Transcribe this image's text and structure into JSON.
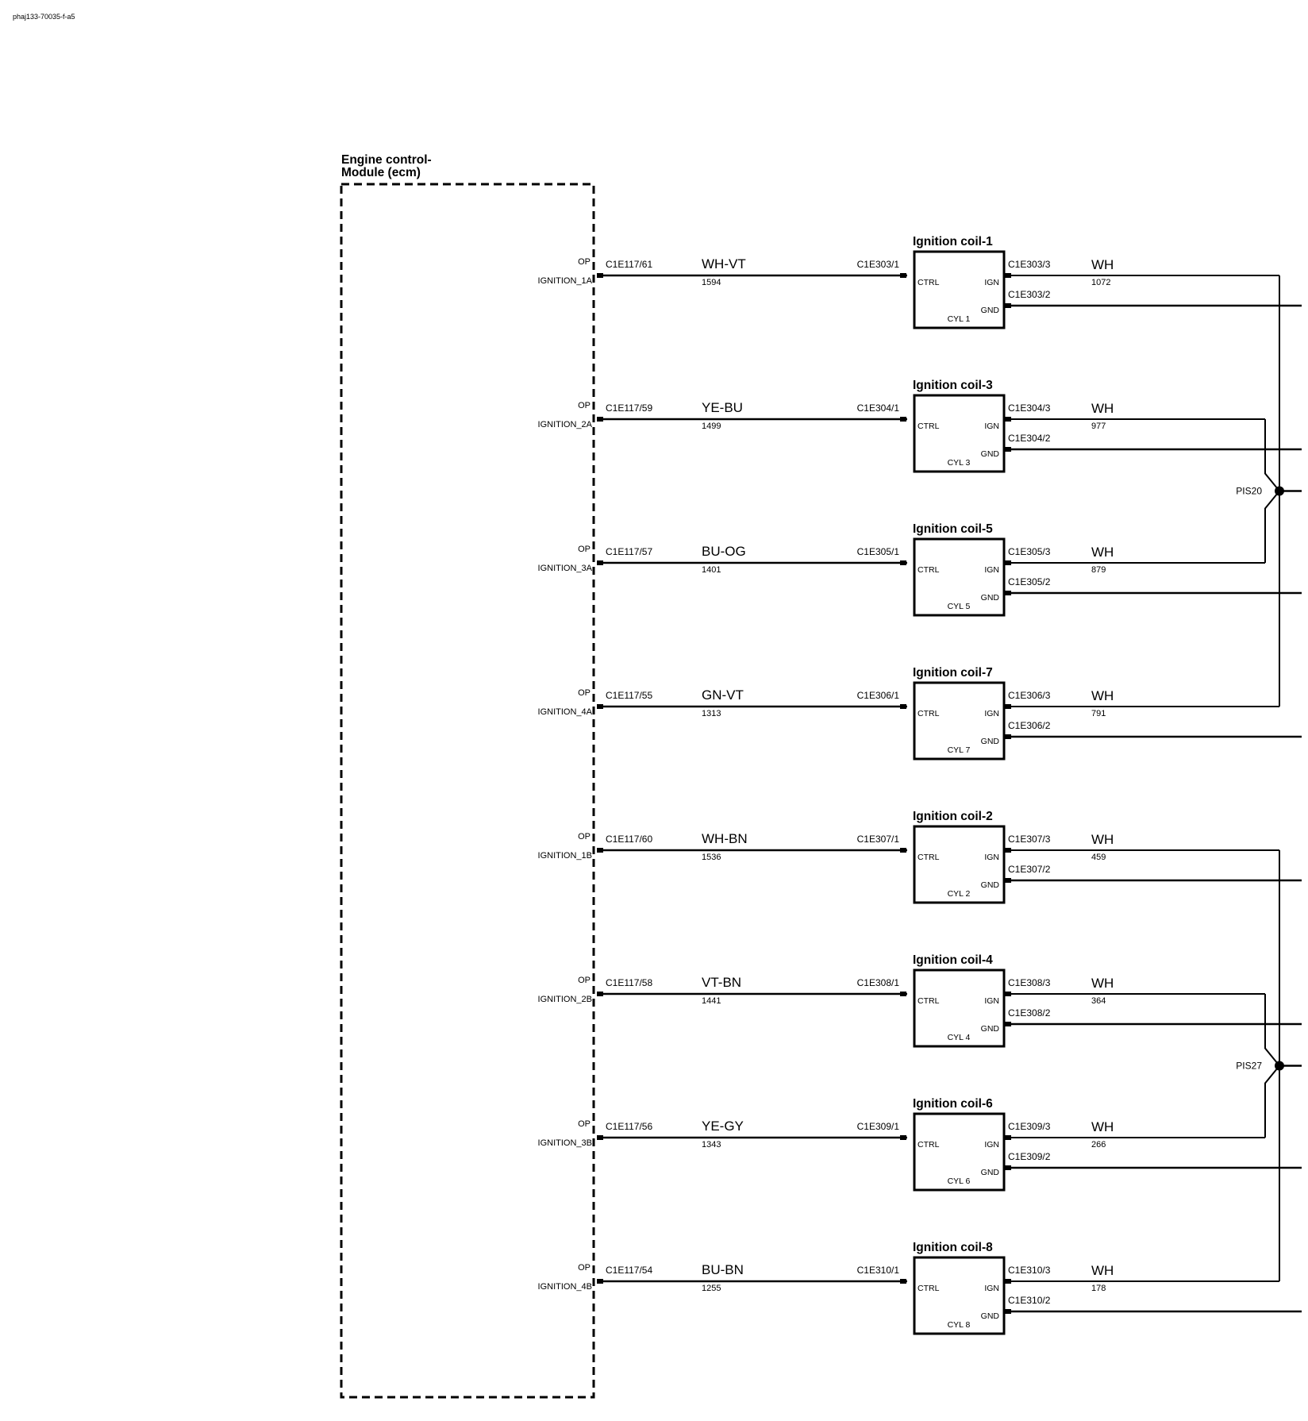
{
  "header": {
    "doc_id": "phaj133-70035-f-a5"
  },
  "ecm": {
    "title_line1": "Engine control-",
    "title_line2": "Module (ecm)"
  },
  "op_label": "OP",
  "ctrl_label": "CTRL",
  "ign_label": "IGN",
  "gnd_label": "GND",
  "circuits": [
    {
      "ecm_pin": "IGNITION_1A",
      "ecm_conn": "C1E117/61",
      "ctrl_color": "WH-VT",
      "ctrl_num": "1594",
      "coil_conn_in": "C1E303/1",
      "coil_title": "Ignition coil-1",
      "cyl": "CYL 1",
      "ign_conn": "C1E303/3",
      "gnd_conn": "C1E303/2",
      "out_color": "WH",
      "out_num": "1072"
    },
    {
      "ecm_pin": "IGNITION_2A",
      "ecm_conn": "C1E117/59",
      "ctrl_color": "YE-BU",
      "ctrl_num": "1499",
      "coil_conn_in": "C1E304/1",
      "coil_title": "Ignition coil-3",
      "cyl": "CYL 3",
      "ign_conn": "C1E304/3",
      "gnd_conn": "C1E304/2",
      "out_color": "WH",
      "out_num": "977"
    },
    {
      "ecm_pin": "IGNITION_3A",
      "ecm_conn": "C1E117/57",
      "ctrl_color": "BU-OG",
      "ctrl_num": "1401",
      "coil_conn_in": "C1E305/1",
      "coil_title": "Ignition coil-5",
      "cyl": "CYL 5",
      "ign_conn": "C1E305/3",
      "gnd_conn": "C1E305/2",
      "out_color": "WH",
      "out_num": "879"
    },
    {
      "ecm_pin": "IGNITION_4A",
      "ecm_conn": "C1E117/55",
      "ctrl_color": "GN-VT",
      "ctrl_num": "1313",
      "coil_conn_in": "C1E306/1",
      "coil_title": "Ignition coil-7",
      "cyl": "CYL 7",
      "ign_conn": "C1E306/3",
      "gnd_conn": "C1E306/2",
      "out_color": "WH",
      "out_num": "791"
    },
    {
      "ecm_pin": "IGNITION_1B",
      "ecm_conn": "C1E117/60",
      "ctrl_color": "WH-BN",
      "ctrl_num": "1536",
      "coil_conn_in": "C1E307/1",
      "coil_title": "Ignition coil-2",
      "cyl": "CYL 2",
      "ign_conn": "C1E307/3",
      "gnd_conn": "C1E307/2",
      "out_color": "WH",
      "out_num": "459"
    },
    {
      "ecm_pin": "IGNITION_2B",
      "ecm_conn": "C1E117/58",
      "ctrl_color": "VT-BN",
      "ctrl_num": "1441",
      "coil_conn_in": "C1E308/1",
      "coil_title": "Ignition coil-4",
      "cyl": "CYL 4",
      "ign_conn": "C1E308/3",
      "gnd_conn": "C1E308/2",
      "out_color": "WH",
      "out_num": "364"
    },
    {
      "ecm_pin": "IGNITION_3B",
      "ecm_conn": "C1E117/56",
      "ctrl_color": "YE-GY",
      "ctrl_num": "1343",
      "coil_conn_in": "C1E309/1",
      "coil_title": "Ignition coil-6",
      "cyl": "CYL 6",
      "ign_conn": "C1E309/3",
      "gnd_conn": "C1E309/2",
      "out_color": "WH",
      "out_num": "266"
    },
    {
      "ecm_pin": "IGNITION_4B",
      "ecm_conn": "C1E117/54",
      "ctrl_color": "BU-BN",
      "ctrl_num": "1255",
      "coil_conn_in": "C1E310/1",
      "coil_title": "Ignition coil-8",
      "cyl": "CYL 8",
      "ign_conn": "C1E310/3",
      "gnd_conn": "C1E310/2",
      "out_color": "WH",
      "out_num": "178"
    }
  ],
  "splices": [
    {
      "label": "PIS20"
    },
    {
      "label": "PIS27"
    }
  ]
}
